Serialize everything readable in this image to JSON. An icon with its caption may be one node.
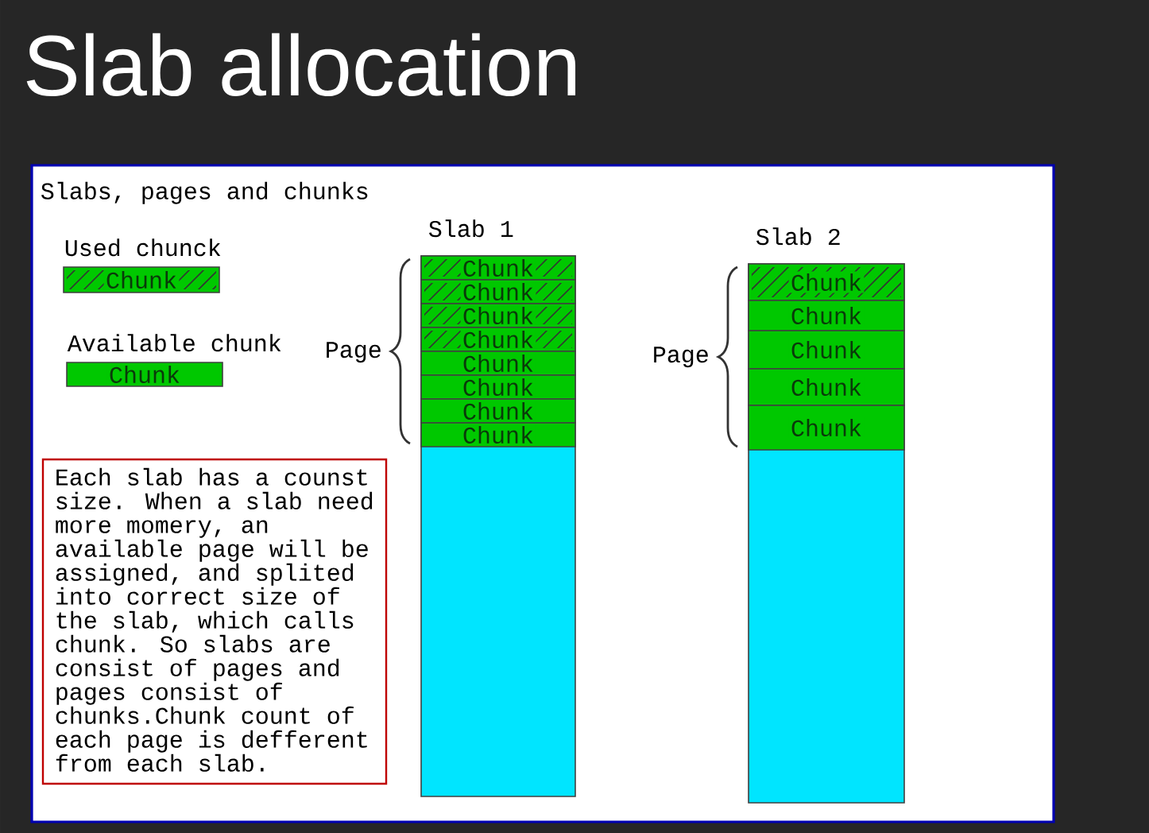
{
  "diagram": {
    "title": "Slab allocation",
    "nodes": [
      {
        "text": [
          "Slabs, pages and chunks"
        ]
      },
      {
        "text": [
          "Used chunck",
          "Chunk"
        ],
        "in": 0
      },
      {
        "text": [
          "Available chunk",
          "Chunk"
        ],
        "in": 0
      },
      {
        "text": [
          "Each slab has a counst size. When a slab need more momery, an available page will be assigned, and splited into correct size of the slab, which calls chunk. So slabs are consist of pages and pages consist of chunks.Chunk count of each page is defferent from each slab."
        ],
        "in": 0
      },
      {
        "text": [
          "Slab 1"
        ],
        "in": 0
      },
      {
        "text": [
          "Chunk"
        ],
        "in": 4
      },
      {
        "text": [
          "Chunk"
        ],
        "in": 4
      },
      {
        "text": [
          "Chunk"
        ],
        "in": 4
      },
      {
        "text": [
          "Chunk"
        ],
        "in": 4
      },
      {
        "text": [
          "Chunk"
        ],
        "in": 4
      },
      {
        "text": [
          "Chunk"
        ],
        "in": 4
      },
      {
        "text": [
          "Chunk"
        ],
        "in": 4
      },
      {
        "text": [
          "Chunk"
        ],
        "in": 4
      },
      {
        "text": [
          "Slab 2"
        ],
        "in": 0
      },
      {
        "text": [
          "Chunk"
        ],
        "in": 13
      },
      {
        "text": [
          "Chunk"
        ],
        "in": 13
      },
      {
        "text": [
          "Chunk"
        ],
        "in": 13
      },
      {
        "text": [
          "Chunk"
        ],
        "in": 13
      },
      {
        "text": [
          "Chunk"
        ],
        "in": 13
      }
    ],
    "labels": [
      "Page",
      "Page"
    ]
  }
}
